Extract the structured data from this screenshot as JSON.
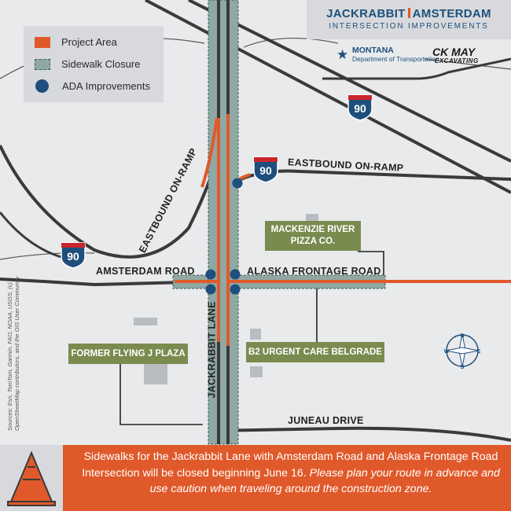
{
  "legend": {
    "project_area": "Project Area",
    "sidewalk_closure": "Sidewalk Closure",
    "ada_improvements": "ADA Improvements"
  },
  "logo": {
    "title_left": "JACKRABBIT",
    "title_right": "AMSTERDAM",
    "subtitle": "INTERSECTION IMPROVEMENTS",
    "mdt_name": "MONTANA",
    "mdt_sub": "Department of Transportation",
    "contractor": "CK MAY",
    "contractor_sub": "EXCAVATING"
  },
  "roads": {
    "eastbound_ramp_right": "EASTBOUND ON-RAMP",
    "eastbound_ramp_left": "EASTBOUND ON-RAMP",
    "amsterdam": "AMSTERDAM ROAD",
    "alaska": "ALASKA FRONTAGE ROAD",
    "jackrabbit": "JACKRABBIT LANE",
    "juneau": "JUNEAU DRIVE"
  },
  "shields": [
    "90",
    "90",
    "90"
  ],
  "places": {
    "mackenzie_line1": "MACKENZIE RIVER",
    "mackenzie_line2": "PIZZA CO.",
    "flying_j": "FORMER FLYING J PLAZA",
    "b2": "B2 URGENT CARE BELGRADE"
  },
  "compass": {
    "n": "N",
    "s": "S",
    "e": "E",
    "w": "W"
  },
  "sources": "Sources: Esri, TomTom, Garmin, FAO, NOAA, USGS, (c) OpenStreetMap contributors, and the GIS User Community",
  "banner": {
    "main": "Sidewalks for the Jackrabbit Lane with Amsterdam Road and Alaska Frontage Road Intersection will be closed beginning June 16.",
    "italic": "Please plan your route in advance and use caution when traveling around the construction zone."
  },
  "colors": {
    "project_area": "#e0592a",
    "sidewalk_closure": "#8fa8a4",
    "ada": "#1e4f7c",
    "place_label": "#7a8b4f",
    "interstate_blue": "#1e4f7c",
    "interstate_red": "#c8252c"
  }
}
